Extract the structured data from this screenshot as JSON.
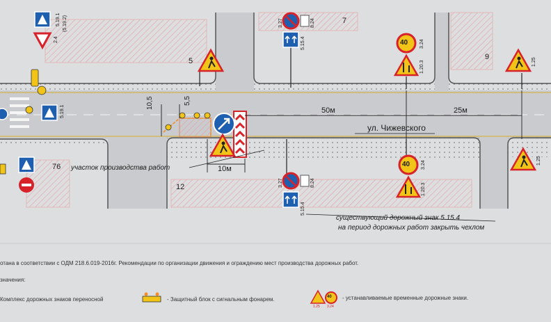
{
  "street": {
    "name": "ул. Чижевского"
  },
  "buildings": {
    "b5": "5",
    "b7": "7",
    "b9": "9",
    "b12": "12",
    "b76": "76"
  },
  "distances": {
    "d50": "50м",
    "d25": "25м",
    "d10": "10м",
    "d105": "10,5",
    "d55": "5,5"
  },
  "work_zone_label": "участок производства работ",
  "existing_sign_note": {
    "line1": "существующий дорожный знак 5.15.4",
    "line2": "на период дорожных работ закрыть чехлом"
  },
  "sign_codes": {
    "top_327": "3.27",
    "top_824": "8.24",
    "top_5154": "5.15.4",
    "bot_327": "3.27",
    "bot_824": "8.24",
    "bot_5154": "5.15.4",
    "tl_24": "2.4",
    "tl_5191": "5.19.1",
    "tl_5192": "(5.19.2)",
    "left_5191": "5.19.1",
    "r_324": "3.24",
    "r_1203": "1.20.3",
    "r_125": "1.25",
    "b_324": "3.24",
    "b_1203": "1.20.3",
    "c_125": "1.25"
  },
  "speed_limits": {
    "upper": "40",
    "lower": "40"
  },
  "footer": {
    "basis": "отана в соответствии с ОДМ 218.6.019-2016г. Рекомендации по организации движения и ограждению мест производства дорожных работ.",
    "legend_title": "значения:",
    "legend_1": "Комплекс дорожных знаков переносной",
    "legend_2": "- Защитный блок с сигнальным фонарем.",
    "legend_3": "- устанавливаемые временные дорожные знаки.",
    "legend_icon_125": "1.25",
    "legend_icon_324": "3.24",
    "legend_icon_40": "40"
  },
  "colors": {
    "road": "#c9cbce",
    "hatch": "#e8a0a0",
    "sign_blue": "#1e5fb0",
    "sign_red": "#d8222a",
    "sign_yellow": "#f2c418",
    "accent_orange": "#f28c28"
  }
}
